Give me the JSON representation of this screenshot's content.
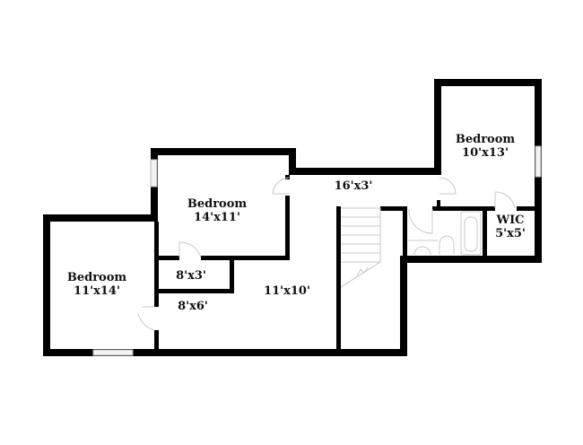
{
  "floor_plan": {
    "colors": {
      "wall": "#000000",
      "fixture": "#c8c8c8",
      "background": "#ffffff"
    },
    "rooms": [
      {
        "id": "bedroom-1",
        "name": "Bedroom",
        "size": "11'x14'"
      },
      {
        "id": "bedroom-2",
        "name": "Bedroom",
        "size": "14'x11'"
      },
      {
        "id": "bedroom-3",
        "name": "Bedroom",
        "size": "10'x13'"
      },
      {
        "id": "closet-1",
        "name": "",
        "size": "8'x3'"
      },
      {
        "id": "closet-2",
        "name": "",
        "size": "8'x6'"
      },
      {
        "id": "open-area",
        "name": "",
        "size": "11'x10'"
      },
      {
        "id": "hallway",
        "name": "",
        "size": "16'x3'"
      },
      {
        "id": "wic",
        "name": "WIC",
        "size": "5'x5'"
      }
    ]
  }
}
